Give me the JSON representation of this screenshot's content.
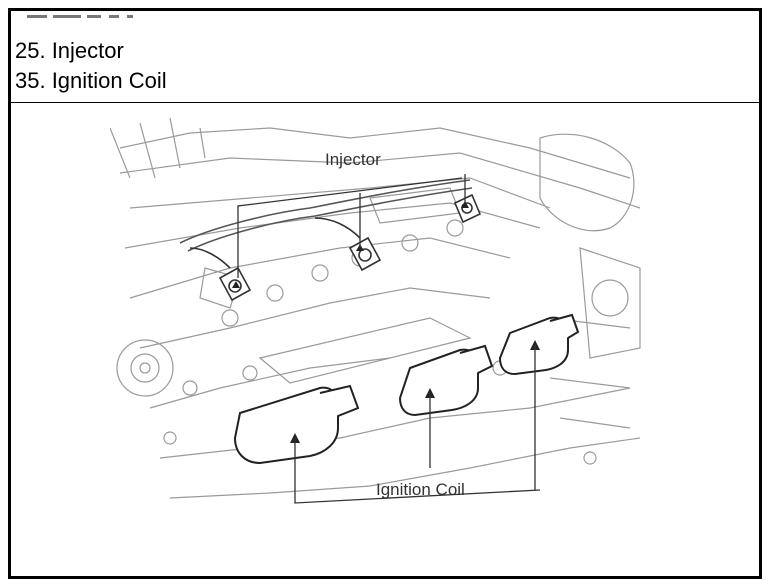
{
  "legend": {
    "items": [
      "25. Injector",
      "35. Ignition Coil"
    ]
  },
  "figure": {
    "callouts": {
      "injector": "Injector",
      "ignition_coil": "Ignition Coil"
    }
  }
}
